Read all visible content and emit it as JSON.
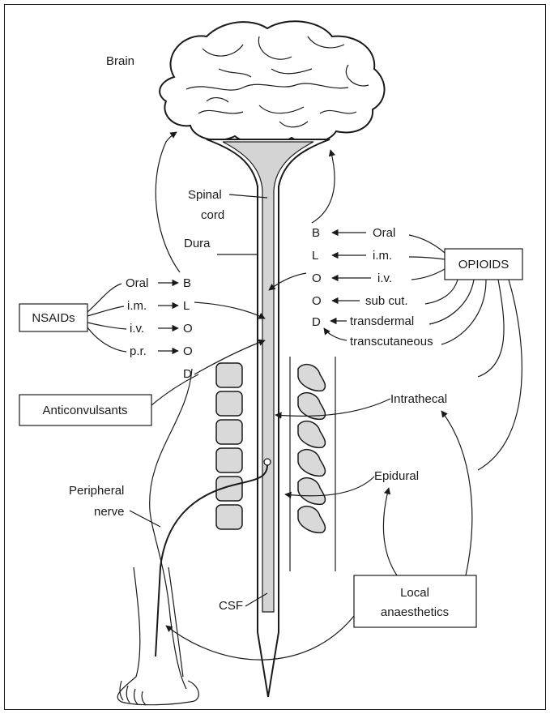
{
  "labels": {
    "brain": "Brain",
    "spinal_cord_line1": "Spinal",
    "spinal_cord_line2": "cord",
    "dura": "Dura",
    "peripheral_nerve_line1": "Peripheral",
    "peripheral_nerve_line2": "nerve",
    "csf": "CSF",
    "intrathecal": "Intrathecal",
    "epidural": "Epidural"
  },
  "boxes": {
    "nsaids": "NSAIDs",
    "opioids": "OPIOIDS",
    "anticonvulsants": "Anticonvulsants",
    "local_line1": "Local",
    "local_line2": "anaesthetics"
  },
  "blood_letters_left": [
    "B",
    "L",
    "O",
    "O",
    "D"
  ],
  "blood_letters_right": [
    "B",
    "L",
    "O",
    "O",
    "D"
  ],
  "nsaid_routes": [
    "Oral",
    "i.m.",
    "i.v.",
    "p.r."
  ],
  "opioid_routes": [
    "Oral",
    "i.m.",
    "i.v.",
    "sub cut.",
    "transdermal",
    "transcutaneous"
  ],
  "colors": {
    "cord_fill": "#d4d4d4",
    "line": "#1a1a1a",
    "vertebra_fill": "#d9d9d9"
  }
}
